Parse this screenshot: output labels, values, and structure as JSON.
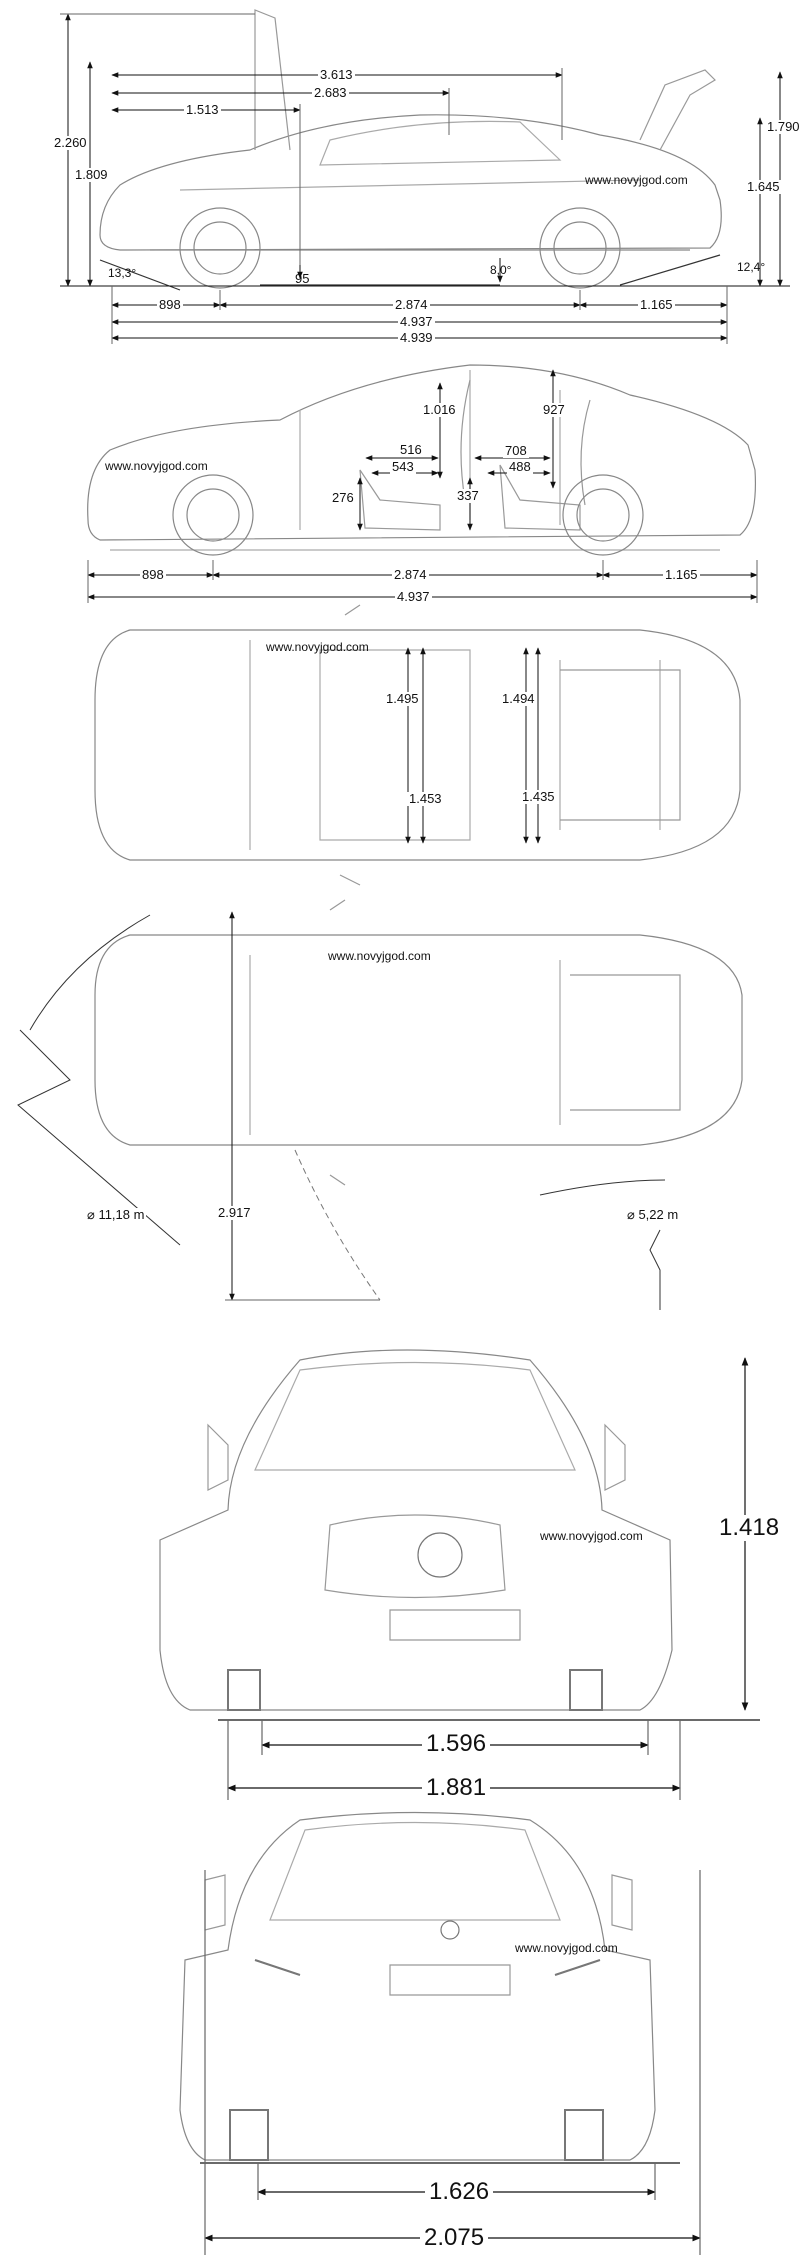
{
  "watermark": "www.novyjgod.com",
  "side_view": {
    "overall_height_open": "2.260",
    "height_door_open": "1.809",
    "trunk_open_height": "1.790",
    "height_rear": "1.645",
    "roof_length": "3.613",
    "door_to_rear": "2.683",
    "hood_length": "1.513",
    "approach_angle": "13,3°",
    "ground_clearance": "95",
    "ramp_angle": "8,0°",
    "departure_angle": "12,4°",
    "front_overhang": "898",
    "wheelbase": "2.874",
    "rear_overhang": "1.165",
    "length": "4.937",
    "length_alt": "4.939"
  },
  "interior_side": {
    "headroom_front": "1.016",
    "headroom_rear": "927",
    "front_seat_1": "516",
    "front_seat_2": "543",
    "rear_legroom": "708",
    "rear_seat": "488",
    "front_seat_height": "276",
    "rear_seat_height": "337",
    "front_overhang": "898",
    "wheelbase": "2.874",
    "rear_overhang": "1.165",
    "length": "4.937"
  },
  "top_interior": {
    "shoulder_front": "1.495",
    "shoulder_rear": "1.494",
    "hip_front": "1.453",
    "hip_rear": "1.435"
  },
  "top_turning": {
    "turning_circle": "⌀ 11,18 m",
    "door_swing": "2.917",
    "trunk_swing": "⌀ 5,22 m"
  },
  "front_view": {
    "height": "1.418",
    "track_front": "1.596",
    "width": "1.881"
  },
  "rear_view": {
    "track_rear": "1.626",
    "width_mirrors": "2.075"
  }
}
